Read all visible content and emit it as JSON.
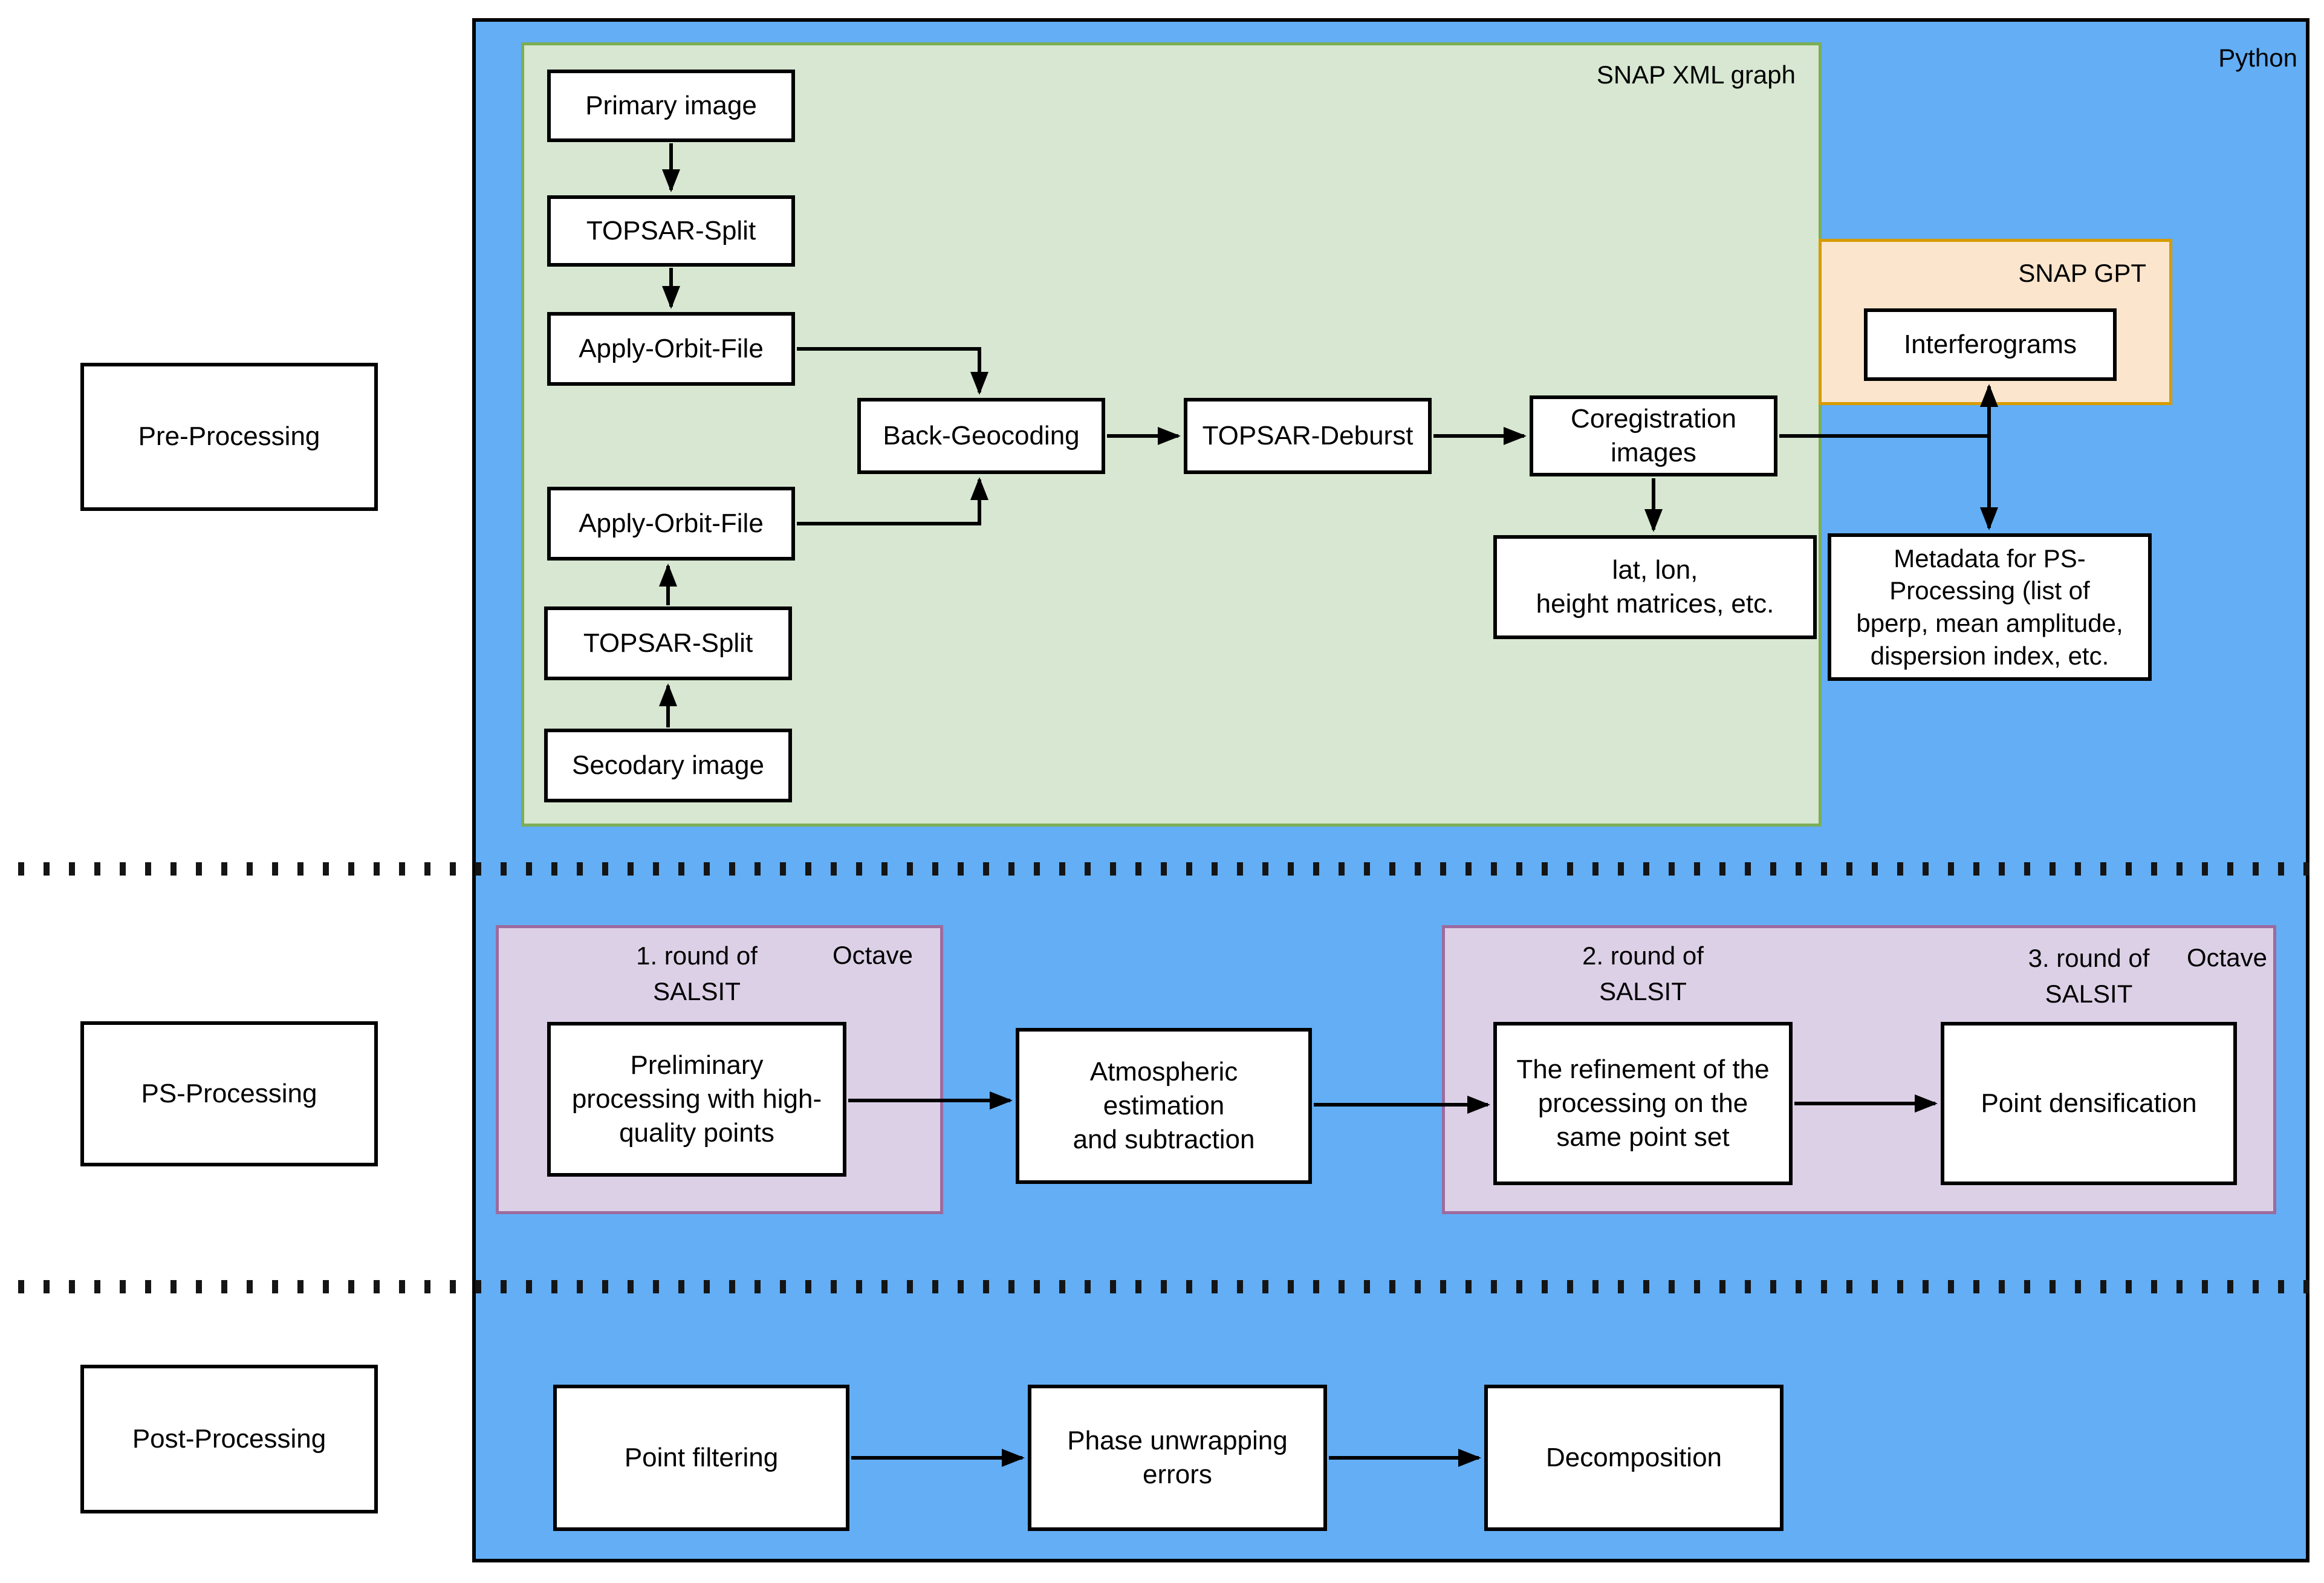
{
  "labels": {
    "python": "Python",
    "snap_xml": "SNAP XML graph",
    "snap_gpt": "SNAP GPT",
    "octave_1": "Octave",
    "octave_2": "Octave",
    "row_pre": "Pre-Processing",
    "row_ps": "PS-Processing",
    "row_post": "Post-Processing",
    "round_1": "1. round of\nSALSIT",
    "round_2": "2. round of\nSALSIT",
    "round_3": "3. round of\nSALSIT"
  },
  "nodes": {
    "primary_image": "Primary image",
    "topsar_split_primary": "TOPSAR-Split",
    "apply_orbit_primary": "Apply-Orbit-File",
    "back_geocoding": "Back-Geocoding",
    "topsar_deburst": "TOPSAR-Deburst",
    "coregistration": "Coregistration\nimages",
    "lat_lon_height": "lat, lon,\nheight matrices, etc.",
    "apply_orbit_secondary": "Apply-Orbit-File",
    "topsar_split_secondary": "TOPSAR-Split",
    "secondary_image": "Secodary image",
    "interferograms": "Interferograms",
    "metadata_ps": "Metadata for PS-\nProcessing (list of\nbperp, mean amplitude,\ndispersion index, etc.",
    "preliminary": "Preliminary\nprocessing with high-\nquality points",
    "atmospheric": "Atmospheric\nestimation\nand subtraction",
    "refinement": "The refinement of the\nprocessing on the\nsame point set",
    "densification": "Point densification",
    "point_filtering": "Point filtering",
    "phase_unwrapping": "Phase unwrapping\nerrors",
    "decomposition": "Decomposition"
  },
  "colors": {
    "python_bg": "#63AEF5",
    "snap_xml_bg": "#D7E7D1",
    "snap_xml_border": "#7CAE56",
    "snap_gpt_bg": "#FBE5CD",
    "snap_gpt_border": "#D79B00",
    "octave_bg": "#DCD0E6",
    "octave_border": "#9C6B9E",
    "node_bg": "#FFFFFF",
    "line_color": "#000000"
  }
}
